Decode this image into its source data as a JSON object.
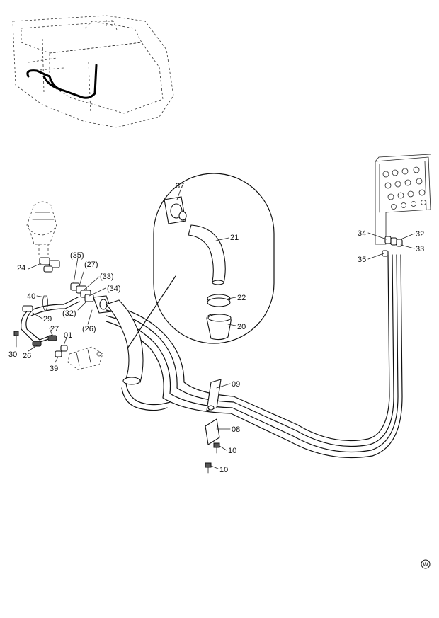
{
  "labels": {
    "p37": "37",
    "p21": "21",
    "p22": "22",
    "p20": "20",
    "p34": "34",
    "p32": "32",
    "p33": "33",
    "p35": "35",
    "p35b": "(35)",
    "p27b": "(27)",
    "p24": "24",
    "p33b": "(33)",
    "p34b": "(34)",
    "p40": "40",
    "p32b": "(32)",
    "p26b": "(26)",
    "p29": "29",
    "p27": "27",
    "p01": "01",
    "p30": "30",
    "p26": "26",
    "p39": "39",
    "p09": "09",
    "p08": "08",
    "p10a": "10",
    "p10b": "10"
  },
  "watermark": "W"
}
